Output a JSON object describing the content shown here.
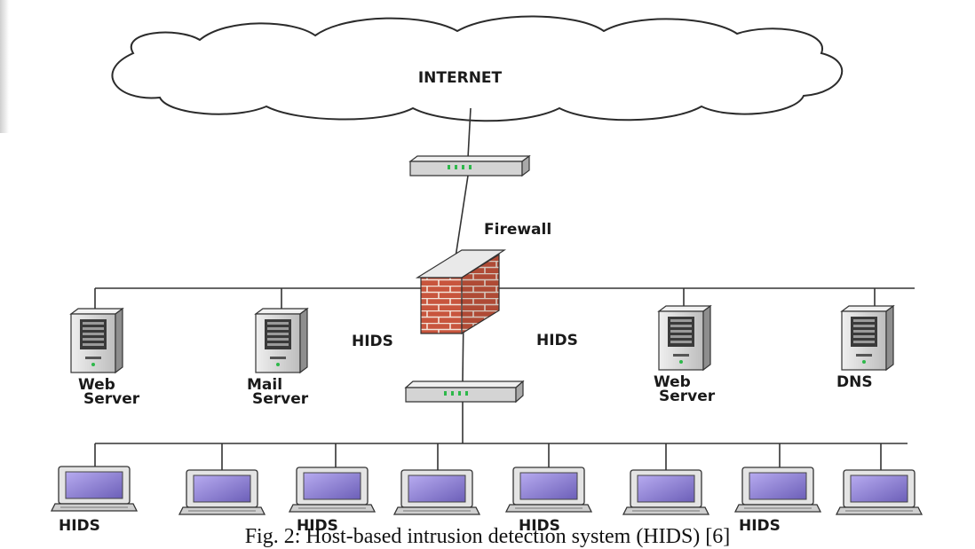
{
  "cloud_label": "INTERNET",
  "firewall_label": "Firewall",
  "hids_left_label": "HIDS",
  "hids_right_label": "HIDS",
  "servers": [
    {
      "line1": "Web",
      "line2": "Server"
    },
    {
      "line1": "Mail",
      "line2": "Server"
    },
    {
      "line1": "Web",
      "line2": "Server"
    },
    {
      "line1": "DNS",
      "line2": ""
    }
  ],
  "workstation_labels": [
    "HIDS",
    "HIDS",
    "HIDS",
    "HIDS"
  ],
  "caption": "Fig. 2: Host-based intrusion detection system (HIDS) [6]",
  "colors": {
    "line": "#333333",
    "brick": "#c8553d",
    "mortar": "#f3e3d8",
    "screen": "#8c7fd0",
    "device": "#d9d9d9",
    "led": "#2db84a"
  }
}
